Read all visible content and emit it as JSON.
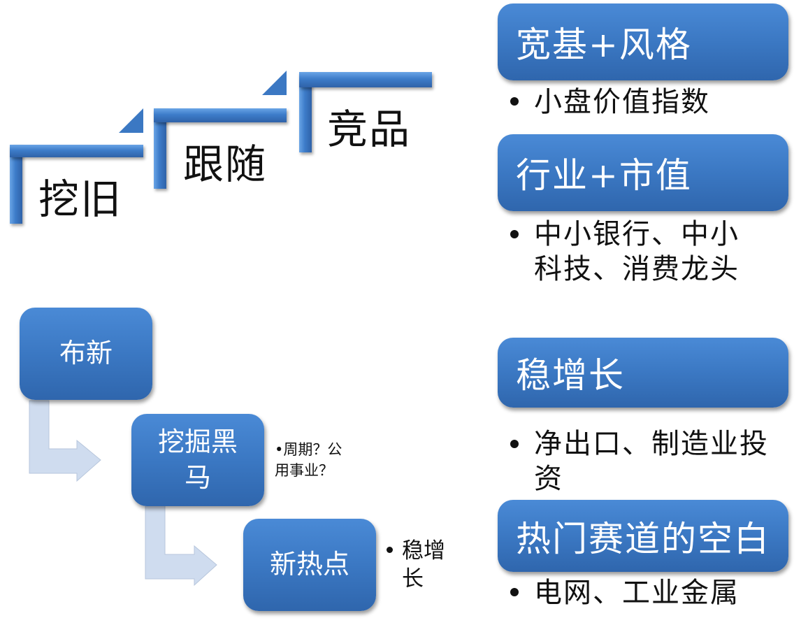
{
  "steps": [
    "挖旧",
    "跟随",
    "竞品"
  ],
  "flow": {
    "boxes": [
      "布新",
      "挖掘黑马",
      "新热点"
    ],
    "notes": [
      "•周期？公\n用事业？",
      "稳增\n长"
    ]
  },
  "categories": [
    {
      "title": "宽基+风格",
      "bullets": [
        "小盘价值指数"
      ]
    },
    {
      "title": "行业+市值",
      "bullets": [
        "中小银行、中小\n科技、消费龙头"
      ]
    },
    {
      "title": "稳增长",
      "bullets": [
        "净出口、制造业投\n资"
      ]
    },
    {
      "title": "热门赛道的空白",
      "bullets": [
        "电网、工业金属"
      ]
    }
  ],
  "colors": {
    "box": "#3b78c3",
    "arrow": "#cfdcef"
  }
}
